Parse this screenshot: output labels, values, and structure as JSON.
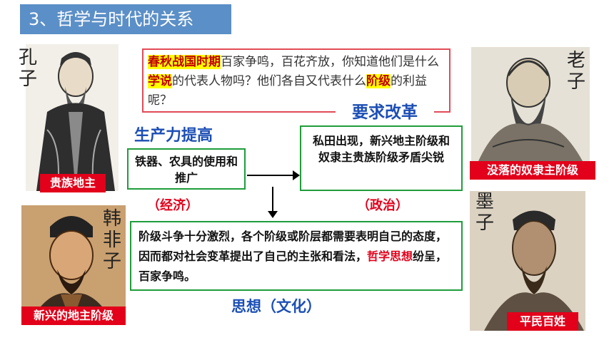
{
  "title": "3、哲学与时代的关系",
  "persons": {
    "kongzi": {
      "name": "孔子",
      "label": "贵族地主"
    },
    "laozi": {
      "name": "老子",
      "label": "没落的奴隶主阶级"
    },
    "hanfeizi": {
      "name": "韩非子",
      "label": "新兴的地主阶级"
    },
    "mozi": {
      "name": "墨子",
      "label": "平民百姓"
    }
  },
  "question": {
    "part1_hl": "春秋战国时期",
    "part2": "百家争鸣，百花齐放，你知道他们是什么",
    "part3_hl": "学说",
    "part4": "的代表人物吗？他们各自又代表什么",
    "part5_hl": "阶级",
    "part6": "的利益呢？"
  },
  "flow": {
    "productivity_heading": "生产力提高",
    "economy_box": "铁器、农具的使用和推广",
    "economy_label": "（经济）",
    "reform_heading": "要求改革",
    "politics_box": "私田出现，新兴地主阶级和奴隶主贵族阶级矛盾尖锐",
    "politics_label": "（政治）",
    "culture_box_a": "阶级斗争十分激烈，各个阶级或阶层都需要表明自己的态度，因而都对社会变革提出了自己的主张和看法，",
    "culture_box_hl": "哲学思想",
    "culture_box_b": "纷呈，百家争鸣。",
    "culture_heading": "思想（文化）"
  },
  "colors": {
    "title_bg": "#5b8fc7",
    "accent_red": "#e2001a",
    "box_green": "#1f9d3b",
    "heading_blue": "#1c4fb5",
    "highlight": "#ffff00"
  }
}
